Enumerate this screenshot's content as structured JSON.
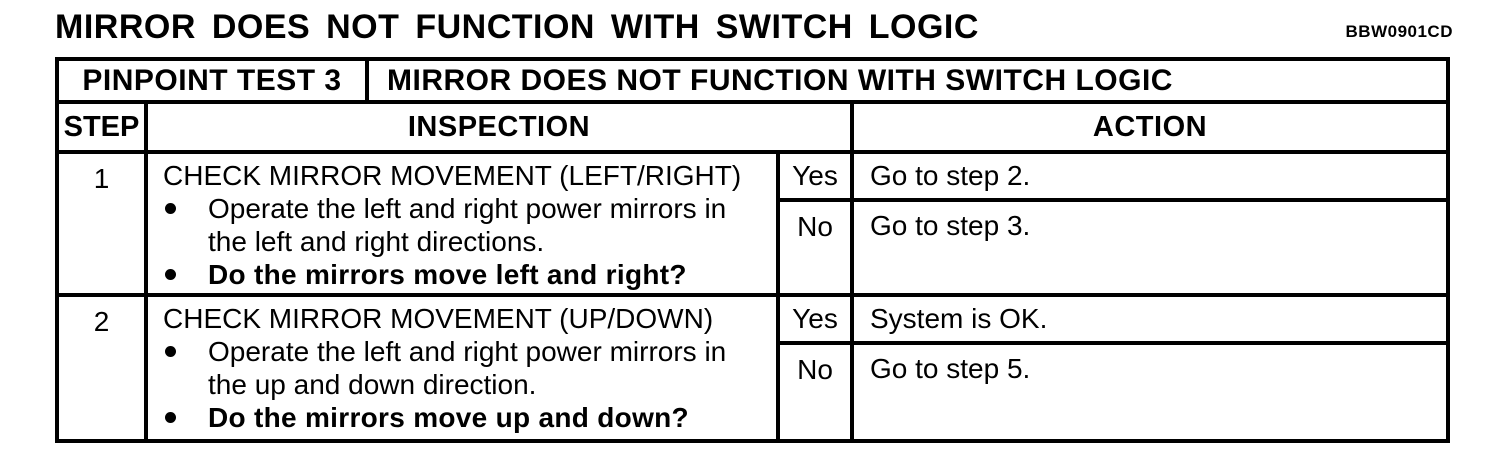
{
  "page": {
    "title": "MIRROR DOES NOT FUNCTION WITH SWITCH LOGIC",
    "figure_code": "BBW0901CD"
  },
  "colors": {
    "ink": "#000000",
    "paper": "#ffffff"
  },
  "pinpoint_table": {
    "test_label": "PINPOINT TEST 3",
    "test_title": "MIRROR DOES NOT FUNCTION WITH SWITCH LOGIC",
    "columns": {
      "step": "STEP",
      "inspection": "INSPECTION",
      "action": "ACTION"
    },
    "steps": [
      {
        "number": "1",
        "check_title": "CHECK MIRROR MOVEMENT (LEFT/RIGHT)",
        "instruction": "Operate the left and right power mirrors in the left and right directions.",
        "question": "Do the mirrors move left and right?",
        "yes_label": "Yes",
        "no_label": "No",
        "yes_action": "Go to step 2.",
        "no_action": "Go to step 3."
      },
      {
        "number": "2",
        "check_title": "CHECK MIRROR MOVEMENT (UP/DOWN)",
        "instruction": "Operate the left and right power mirrors in the up and down direction.",
        "question": "Do the mirrors move up and down?",
        "yes_label": "Yes",
        "no_label": "No",
        "yes_action": "System is OK.",
        "no_action": "Go to step 5."
      }
    ]
  }
}
